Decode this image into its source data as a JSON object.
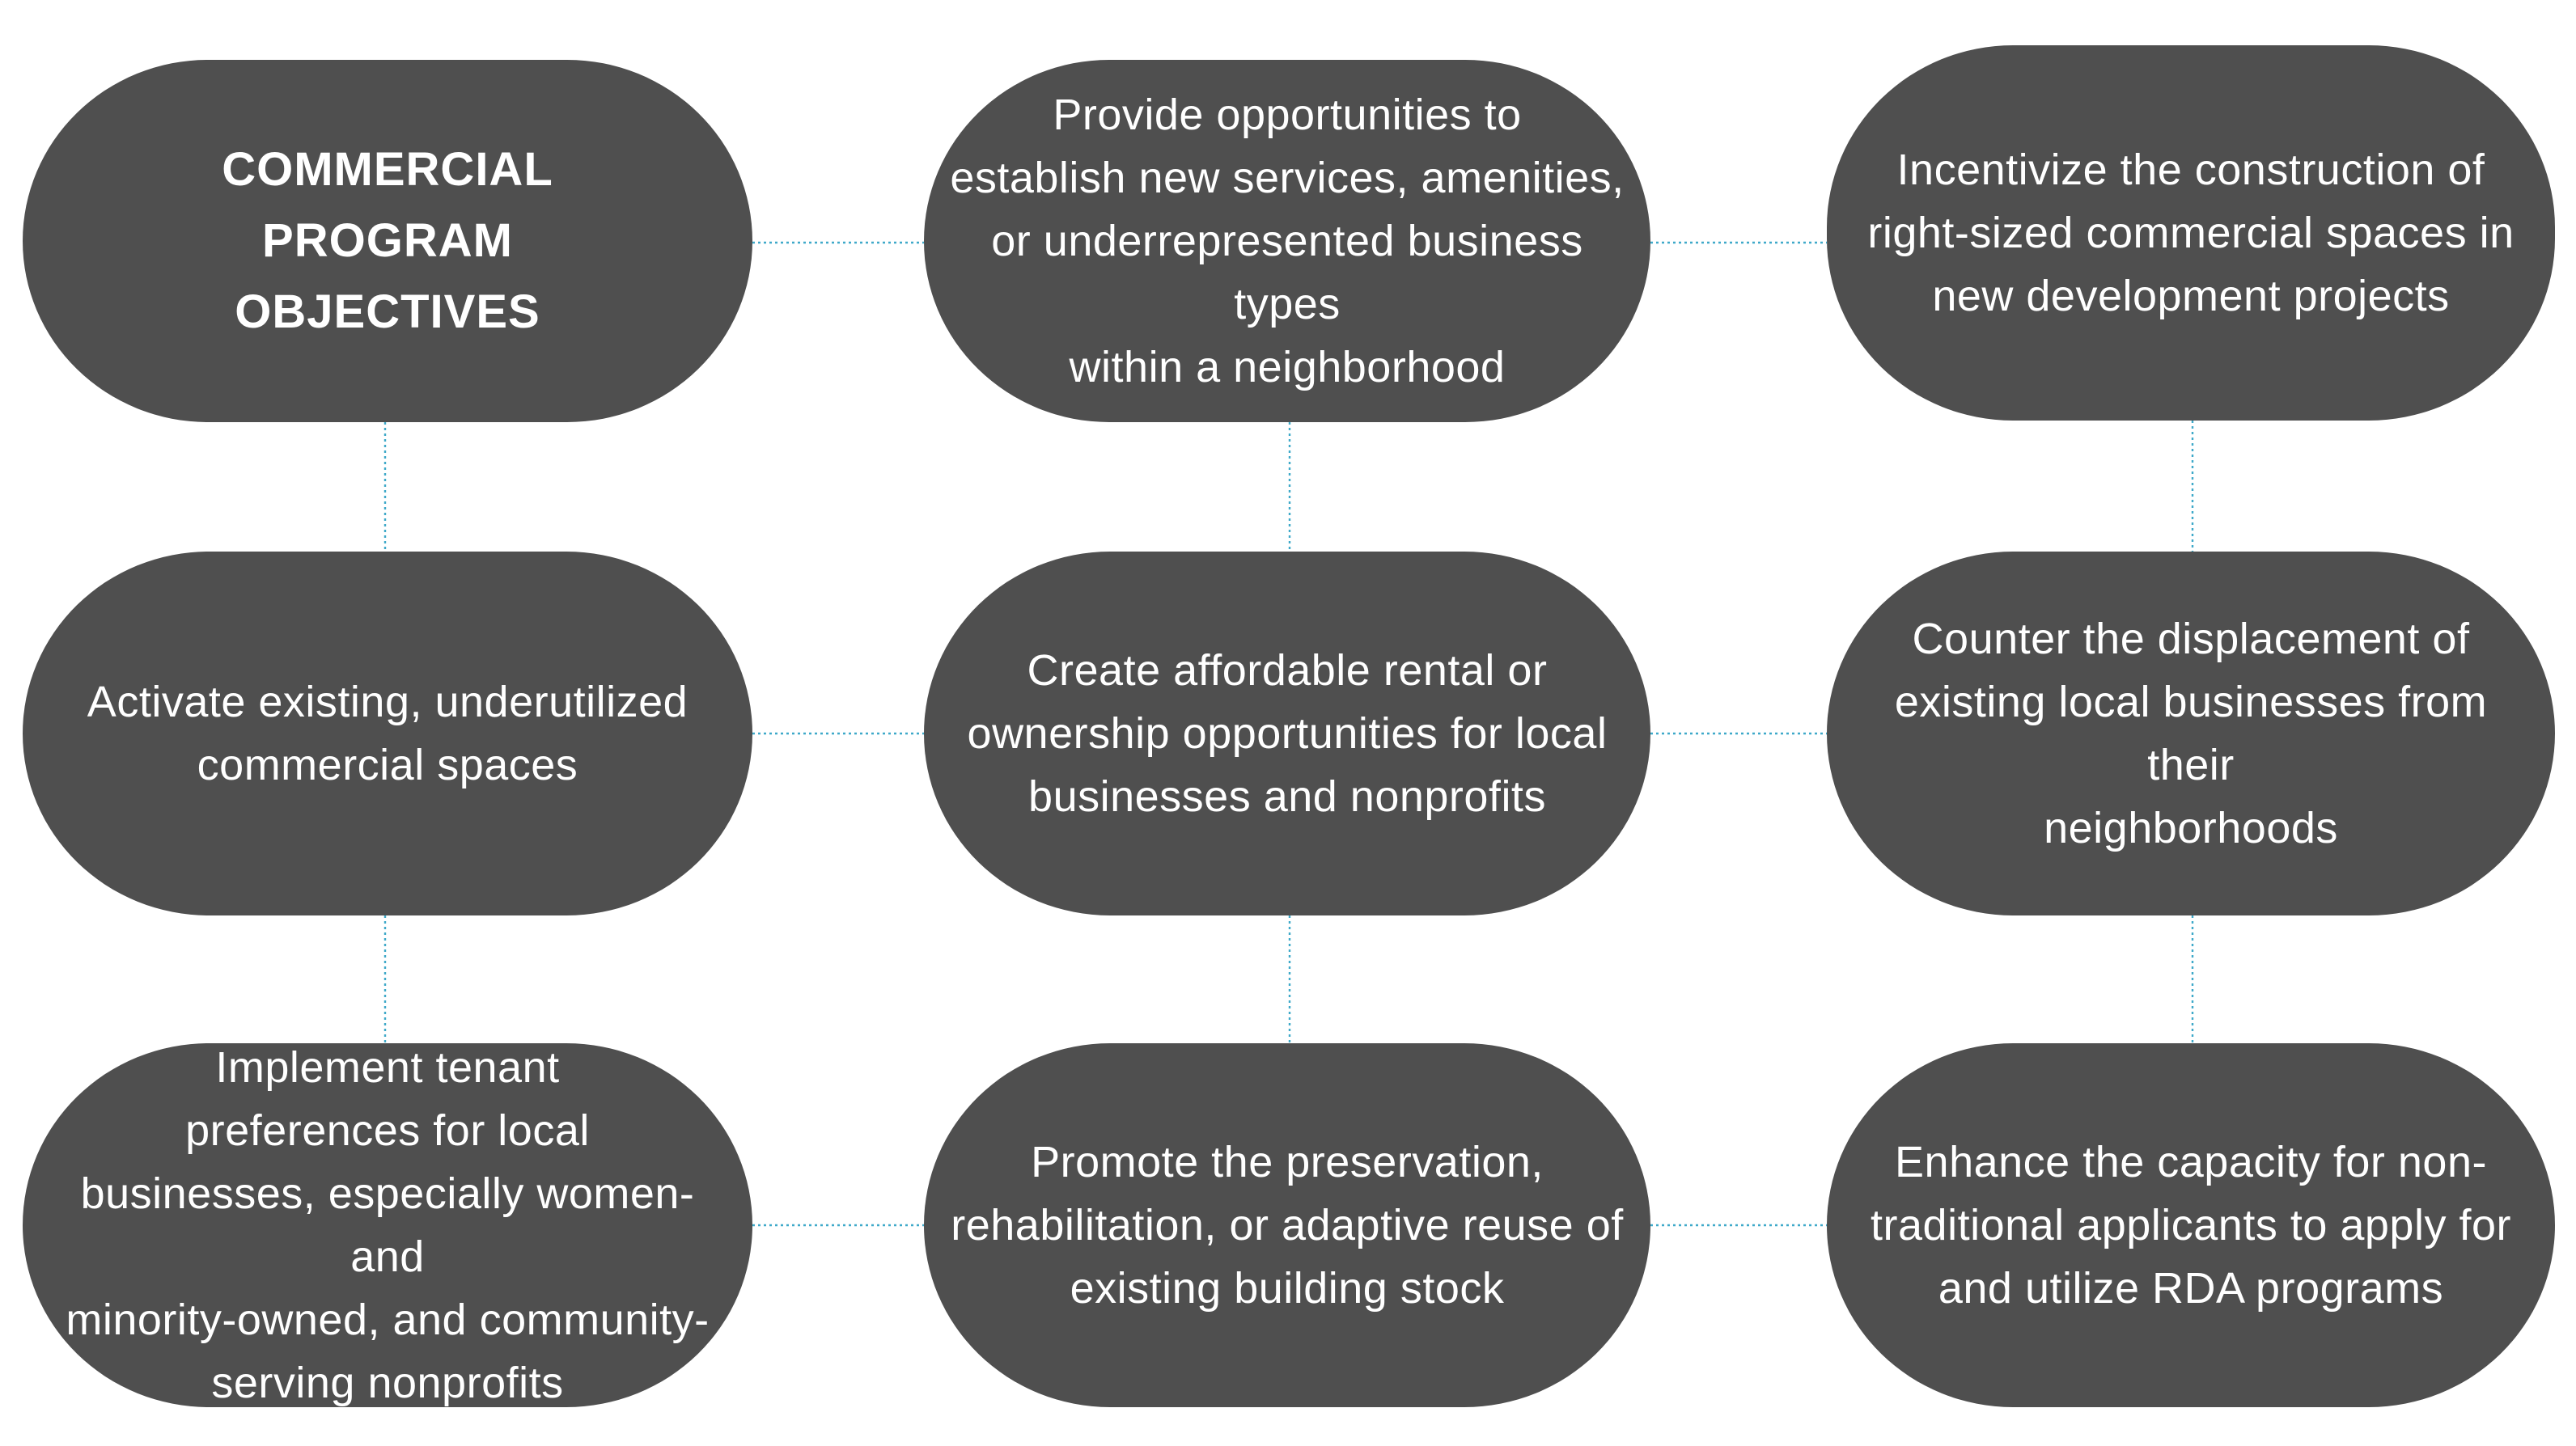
{
  "diagram": {
    "nodes": [
      {
        "id": "title",
        "text": "COMMERCIAL\nPROGRAM\nOBJECTIVES"
      },
      {
        "id": "opportunities",
        "text": "Provide opportunities to\nestablish new services, amenities,\nor underrepresented business types\nwithin a neighborhood"
      },
      {
        "id": "incentivize",
        "text": "Incentivize the construction of\nright-sized commercial spaces in\nnew development projects"
      },
      {
        "id": "activate",
        "text": "Activate existing, underutilized\ncommercial spaces"
      },
      {
        "id": "affordable",
        "text": "Create affordable rental or\nownership opportunities for local\nbusinesses and nonprofits"
      },
      {
        "id": "displacement",
        "text": "Counter the displacement of\nexisting local businesses from their\nneighborhoods"
      },
      {
        "id": "tenant",
        "text": "Implement tenant\npreferences for local\nbusinesses, especially women- and\nminority-owned, and community-\nserving nonprofits"
      },
      {
        "id": "preservation",
        "text": "Promote the preservation,\nrehabilitation, or adaptive reuse of\nexisting building stock"
      },
      {
        "id": "capacity",
        "text": "Enhance the capacity for non-\ntraditional applicants to apply for\nand utilize RDA programs"
      }
    ],
    "colors": {
      "node_fill": "#4f4f4f",
      "node_text": "#ffffff",
      "connector": "#3fa9c9"
    }
  }
}
